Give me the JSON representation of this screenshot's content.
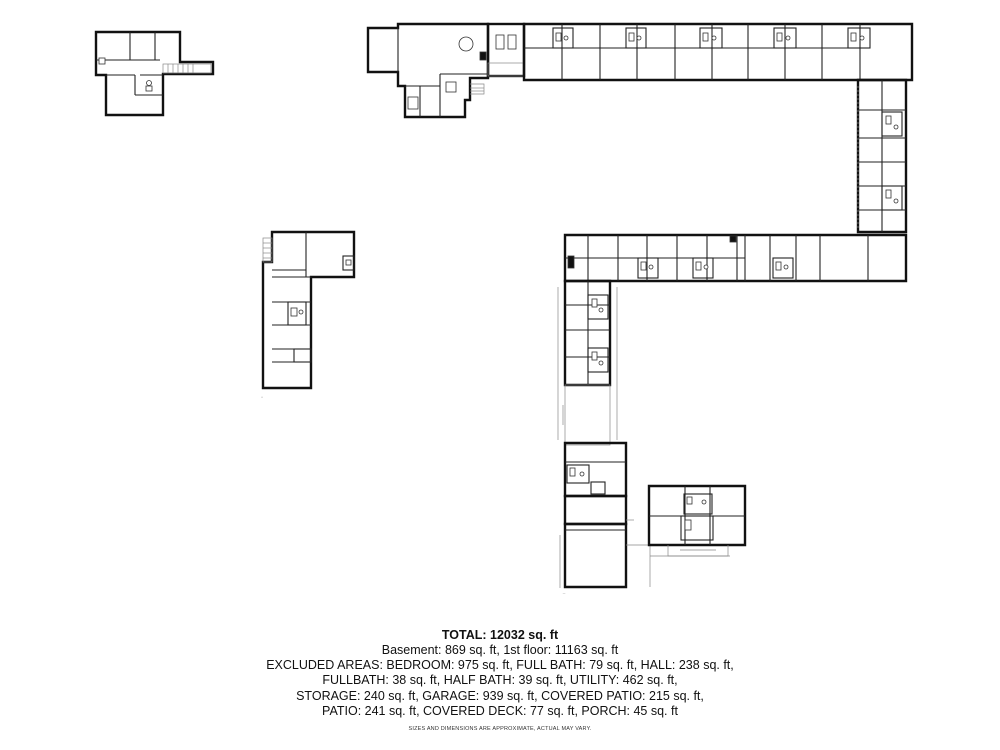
{
  "summary": {
    "total": "TOTAL: 12032 sq. ft",
    "floors_line": "Basement: 869 sq. ft, 1st floor: 11163 sq. ft",
    "excluded_lines": [
      "EXCLUDED AREAS: BEDROOM: 975 sq. ft, FULL BATH: 79 sq. ft, HALL: 238 sq. ft,",
      "FULLBATH: 38 sq. ft, HALF BATH: 39 sq. ft, UTILITY: 462 sq. ft,",
      "STORAGE: 240 sq. ft, GARAGE: 939 sq. ft, COVERED PATIO: 215 sq. ft,",
      "PATIO: 241 sq. ft, COVERED DECK: 77 sq. ft, PORCH: 45 sq. ft"
    ]
  },
  "disclaimer": "SIZES AND DIMENSIONS ARE APPROXIMATE, ACTUAL MAY VARY."
}
